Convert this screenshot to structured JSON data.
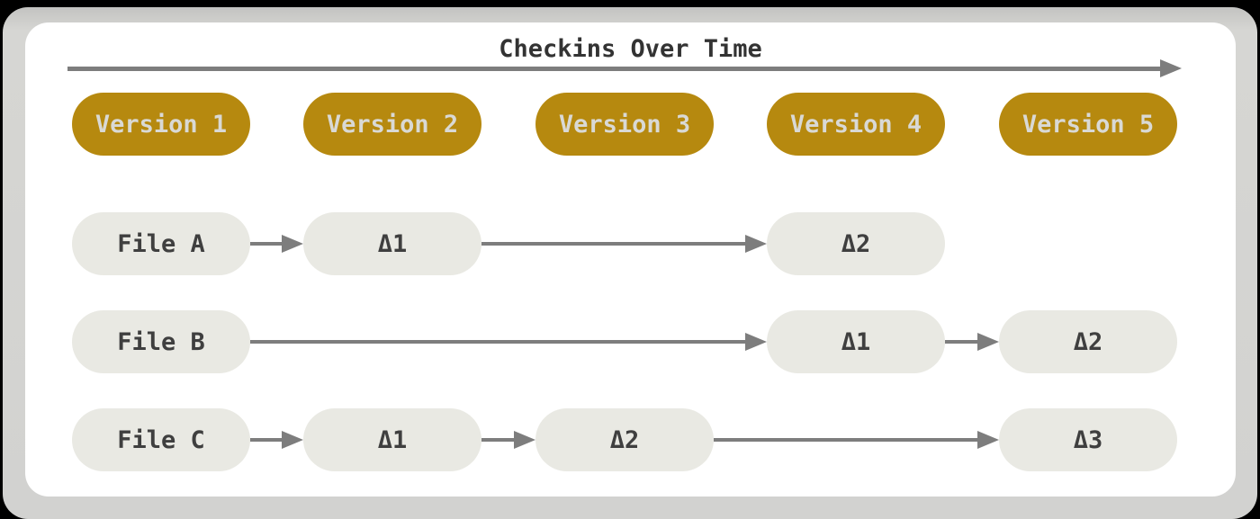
{
  "title": "Checkins Over Time",
  "colors": {
    "frame_bg": "#000000",
    "stage_bg": "#d3d3d1",
    "canvas_bg": "#ffffff",
    "title_text": "#333333",
    "arrow": "#7d7d7d",
    "version_pill_bg": "#b6890f",
    "version_pill_text": "#d9d9d5",
    "file_pill_bg": "#e9e9e3",
    "file_pill_text": "#3f3f3f"
  },
  "versions": [
    {
      "label": "Version 1"
    },
    {
      "label": "Version 2"
    },
    {
      "label": "Version 3"
    },
    {
      "label": "Version 4"
    },
    {
      "label": "Version 5"
    }
  ],
  "files": [
    {
      "name": "File A",
      "deltas": [
        {
          "label": "Δ1",
          "version": 2
        },
        {
          "label": "Δ2",
          "version": 4
        }
      ]
    },
    {
      "name": "File B",
      "deltas": [
        {
          "label": "Δ1",
          "version": 4
        },
        {
          "label": "Δ2",
          "version": 5
        }
      ]
    },
    {
      "name": "File C",
      "deltas": [
        {
          "label": "Δ1",
          "version": 2
        },
        {
          "label": "Δ2",
          "version": 3
        },
        {
          "label": "Δ3",
          "version": 5
        }
      ]
    }
  ]
}
